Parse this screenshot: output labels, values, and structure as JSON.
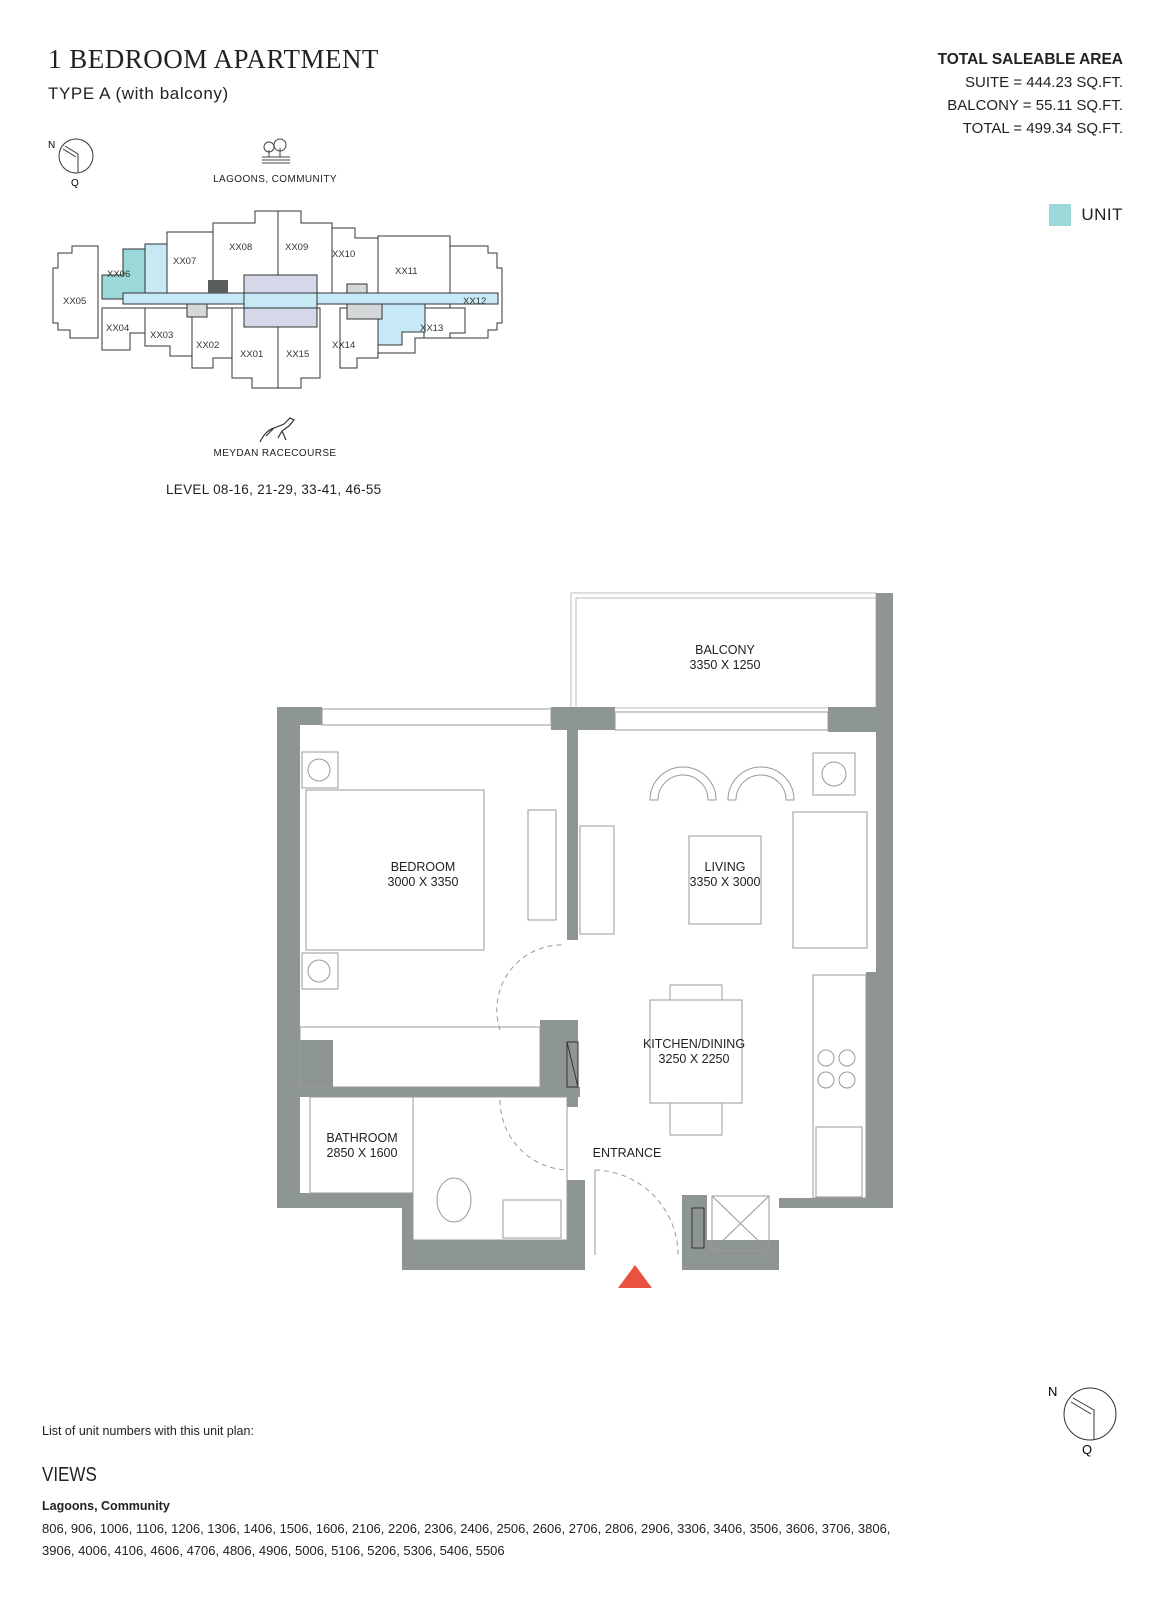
{
  "header": {
    "title": "1 BEDROOM APARTMENT",
    "subtitle": "TYPE A (with balcony)"
  },
  "area": {
    "heading": "TOTAL SALEABLE AREA",
    "suite": "SUITE =  444.23 SQ.FT.",
    "balcony": "BALCONY =  55.11 SQ.FT.",
    "total": "TOTAL = 499.34 SQ.FT."
  },
  "legend": {
    "label": "UNIT",
    "color": "#9ad8da"
  },
  "compass": {
    "north": "N",
    "south": "Q"
  },
  "key_plan": {
    "view_top": "LAGOONS, COMMUNITY",
    "view_bottom": "MEYDAN RACECOURSE",
    "units": [
      "XX01",
      "XX02",
      "XX03",
      "XX04",
      "XX05",
      "XX06",
      "XX07",
      "XX08",
      "XX09",
      "XX10",
      "XX11",
      "XX12",
      "XX13",
      "XX14",
      "XX15"
    ],
    "highlighted_unit": "XX06",
    "levels": "LEVEL 08-16, 21-29, 33-41, 46-55"
  },
  "rooms": {
    "balcony": {
      "name": "BALCONY",
      "dims": "3350 X 1250"
    },
    "bedroom": {
      "name": "BEDROOM",
      "dims": "3000 X 3350"
    },
    "living": {
      "name": "LIVING",
      "dims": "3350 X 3000"
    },
    "kitchen": {
      "name": "KITCHEN/DINING",
      "dims": "3250 X 2250"
    },
    "bathroom": {
      "name": "BATHROOM",
      "dims": "2850 X 1600"
    },
    "entrance": {
      "name": "ENTRANCE"
    }
  },
  "footer": {
    "list_label": "List of unit numbers with this unit plan:",
    "views_heading": "VIEWS",
    "view_name": "Lagoons, Community",
    "units": "806, 906, 1006, 1106, 1206, 1306, 1406, 1506, 1606, 2106, 2206, 2306, 2406, 2506, 2606, 2706, 2806, 2906, 3306, 3406, 3506, 3606, 3706, 3806, 3906, 4006, 4106, 4606, 4706, 4806, 4906, 5006, 5106, 5206, 5306, 5406, 5506"
  }
}
